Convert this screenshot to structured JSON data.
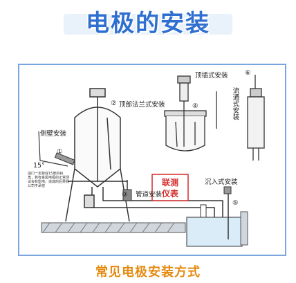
{
  "title": "电极的安装",
  "caption": "常见电极安装方式",
  "labels": {
    "side_wall": "侧壁安装",
    "top_flange": "顶部法兰式安装",
    "top_insert": "顶插式安装",
    "flow": "流通式安装",
    "pipe": "管道安装",
    "immersion": "沉入式安装",
    "note": "插口一定要成15度的斜角，若有金属电极的正常测试会有影响，造成的后果我公司不承担",
    "angle": "15°",
    "n1": "①",
    "n2": "②",
    "n3": "③",
    "n4": "④",
    "n5": "⑤",
    "n6": "⑥"
  },
  "stamp": {
    "line1": "联测",
    "line2": "仪表"
  },
  "colors": {
    "title": "#2f6fd0",
    "caption": "#e58a10",
    "stamp_text": "#d42a2a",
    "frame": "#7aa6e0"
  }
}
